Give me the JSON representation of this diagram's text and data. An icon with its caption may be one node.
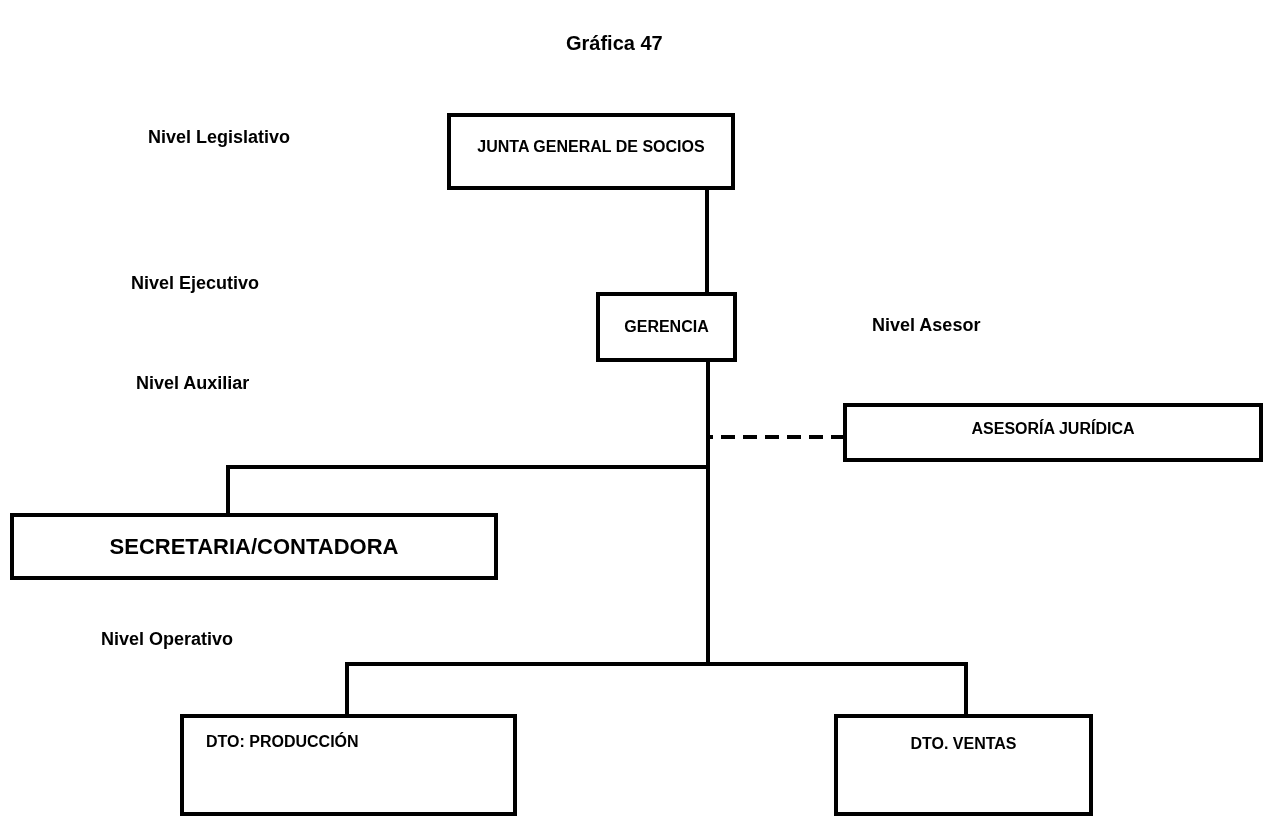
{
  "diagram": {
    "title": "Gráfica 47",
    "nodes": [
      {
        "text": [
          "JUNTA GENERAL DE SOCIOS"
        ]
      },
      {
        "text": [
          "GERENCIA"
        ]
      },
      {
        "text": [
          "ASESORÍA JURÍDICA"
        ]
      },
      {
        "text": [
          "SECRETARIA/CONTADORA"
        ]
      },
      {
        "text": [
          "DTO: PRODUCCIÓN"
        ]
      },
      {
        "text": [
          "DTO. VENTAS"
        ]
      }
    ],
    "edges": [
      {
        "from": 0,
        "to": 1,
        "arrow": "none"
      },
      {
        "from": 1,
        "to": 2,
        "arrow": "none",
        "style": "dashed"
      },
      {
        "from": 1,
        "to": 3,
        "arrow": "none"
      },
      {
        "from": 1,
        "to": 4,
        "arrow": "none"
      },
      {
        "from": 1,
        "to": 5,
        "arrow": "none"
      }
    ],
    "labels": [
      "Nivel Legislativo",
      "Nivel Ejecutivo",
      "Nivel Asesor",
      "Nivel Auxiliar",
      "Nivel Operativo"
    ]
  }
}
